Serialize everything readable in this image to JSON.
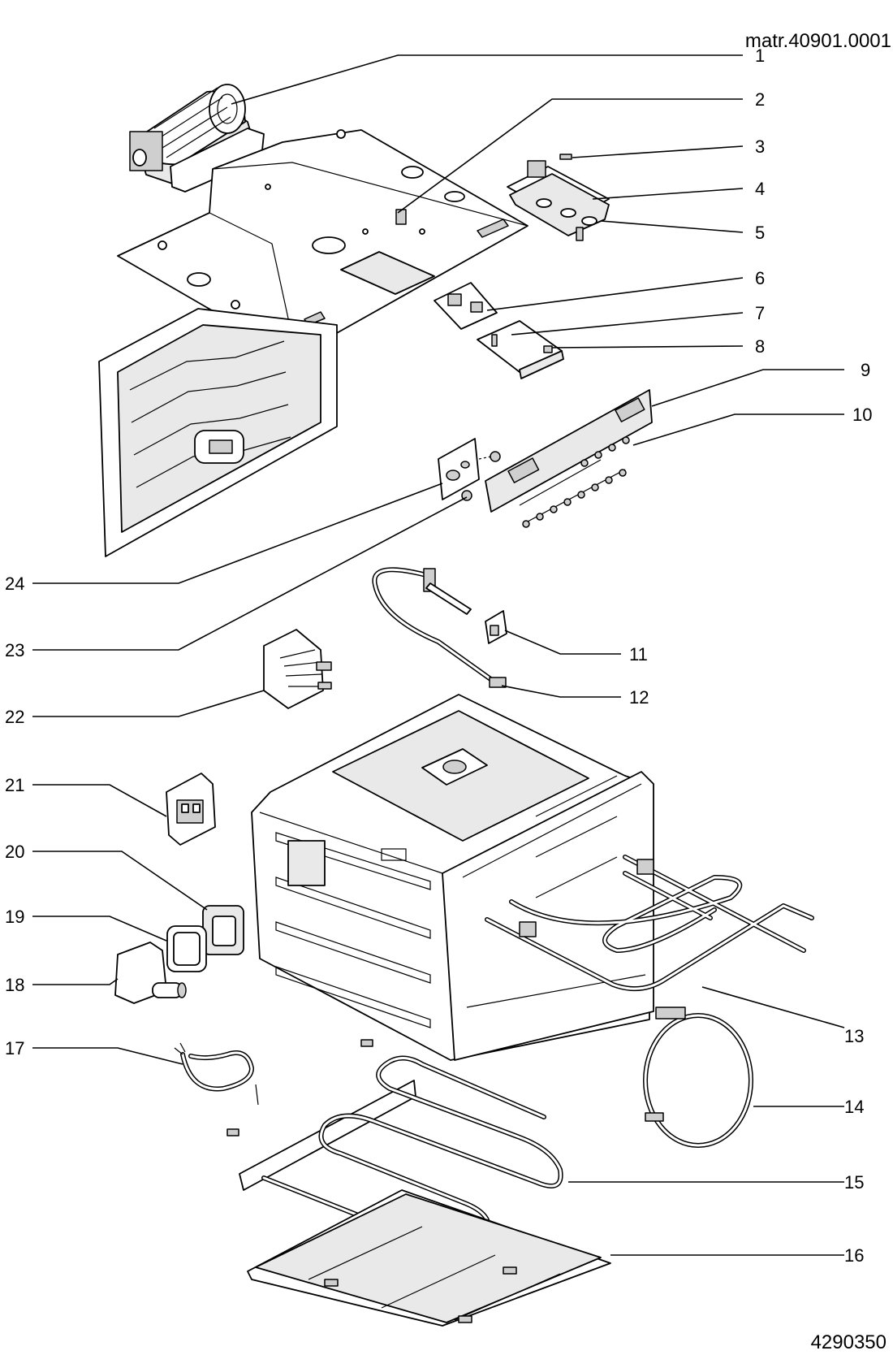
{
  "header": {
    "code": "matr.40901.0001"
  },
  "footer": {
    "code": "4290350"
  },
  "callouts": [
    "1",
    "2",
    "3",
    "4",
    "5",
    "6",
    "7",
    "8",
    "9",
    "10",
    "11",
    "12",
    "13",
    "14",
    "15",
    "16",
    "17",
    "18",
    "19",
    "20",
    "21",
    "22",
    "23",
    "24"
  ]
}
